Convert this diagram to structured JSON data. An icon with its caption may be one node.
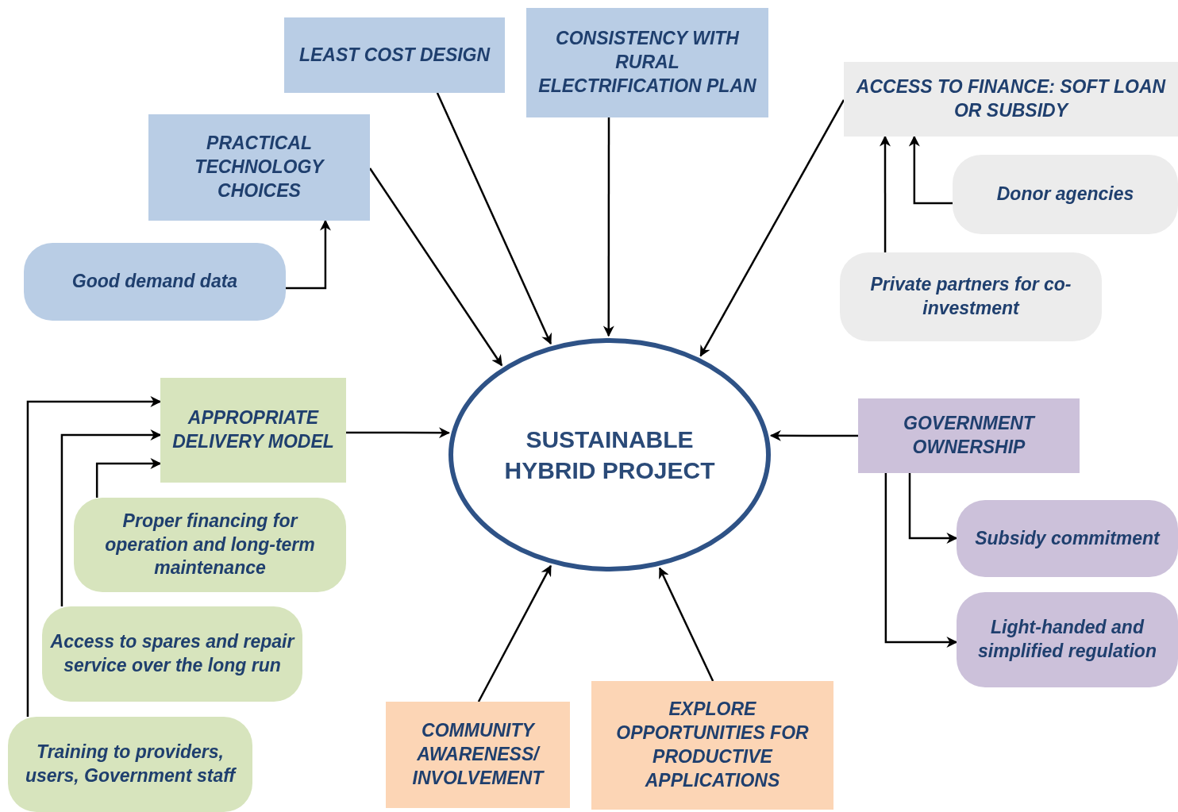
{
  "diagram": {
    "nodes": [
      {
        "text": [
          "LEAST COST DESIGN"
        ]
      },
      {
        "text": [
          "CONSISTENCY WITH RURAL ELECTRIFICATION PLAN"
        ]
      },
      {
        "text": [
          "PRACTICAL TECHNOLOGY CHOICES"
        ]
      },
      {
        "text": [
          "ACCESS TO FINANCE: SOFT LOAN OR SUBSIDY"
        ]
      },
      {
        "text": [
          "Donor agencies"
        ]
      },
      {
        "text": [
          "Good demand data"
        ]
      },
      {
        "text": [
          "Private partners for co-investment"
        ]
      },
      {
        "text": [
          "SUSTAINABLE HYBRID PROJECT"
        ]
      },
      {
        "text": [
          "APPROPRIATE DELIVERY MODEL"
        ]
      },
      {
        "text": [
          "GOVERNMENT OWNERSHIP"
        ]
      },
      {
        "text": [
          "Proper financing for operation and long-term maintenance"
        ]
      },
      {
        "text": [
          "Subsidy commitment"
        ]
      },
      {
        "text": [
          "Access to spares and repair service over the long run"
        ]
      },
      {
        "text": [
          "Light-handed and simplified regulation"
        ]
      },
      {
        "text": [
          "Training to providers, users, Government staff"
        ]
      },
      {
        "text": [
          "COMMUNITY AWARENESS/ INVOLVEMENT"
        ]
      },
      {
        "text": [
          "EXPLORE OPPORTUNITIES FOR PRODUCTIVE APPLICATIONS"
        ]
      }
    ],
    "edges": [
      {
        "from": 0,
        "to": 7,
        "arrow": "to"
      },
      {
        "from": 1,
        "to": 7,
        "arrow": "to"
      },
      {
        "from": 2,
        "to": 7,
        "arrow": "to"
      },
      {
        "from": 3,
        "to": 7,
        "arrow": "to"
      },
      {
        "from": 4,
        "to": 3,
        "arrow": "to"
      },
      {
        "from": 6,
        "to": 3,
        "arrow": "to"
      },
      {
        "from": 5,
        "to": 2,
        "arrow": "to"
      },
      {
        "from": 8,
        "to": 7,
        "arrow": "to"
      },
      {
        "from": 9,
        "to": 7,
        "arrow": "to"
      },
      {
        "from": 10,
        "to": 8,
        "arrow": "to"
      },
      {
        "from": 12,
        "to": 8,
        "arrow": "to"
      },
      {
        "from": 14,
        "to": 8,
        "arrow": "to"
      },
      {
        "from": 9,
        "to": 11,
        "arrow": "to"
      },
      {
        "from": 9,
        "to": 13,
        "arrow": "to"
      },
      {
        "from": 15,
        "to": 7,
        "arrow": "to"
      },
      {
        "from": 16,
        "to": 7,
        "arrow": "to"
      }
    ]
  }
}
